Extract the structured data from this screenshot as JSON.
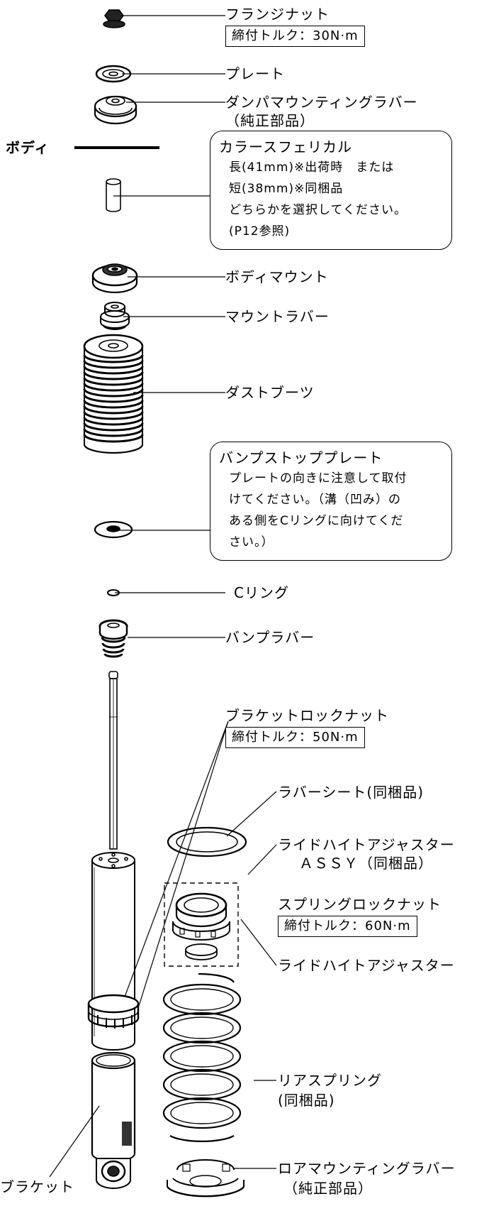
{
  "parts": {
    "flange_nut": "フランジナット",
    "flange_nut_torque": "締付トルク：30N·m",
    "plate": "プレート",
    "damper_mount_rubber": "ダンパマウンティングラバー",
    "damper_mount_rubber_note": "（純正部品）",
    "body": "ボディ",
    "collar_title": "カラースフェリカル",
    "collar_lines": [
      "長(41mm)※出荷時　または",
      "短(38mm)※同梱品",
      "どちらかを選択してください。",
      "(P12参照)"
    ],
    "body_mount": "ボディマウント",
    "mount_rubber": "マウントラバー",
    "dust_boots": "ダストブーツ",
    "bump_stop_title": "バンプストッププレート",
    "bump_stop_lines": [
      "プレートの向きに注意して取付",
      "けてください。（溝（凹み）の",
      "ある側をCリングに向けてくだ",
      "さい。）"
    ],
    "c_ring": "Cリング",
    "bump_rubber": "バンプラバー",
    "bracket_lock_nut": "ブラケットロックナット",
    "bracket_lock_nut_torque": "締付トルク：50N·m",
    "rubber_seat": "ラバーシート(同梱品)",
    "ride_height_adjuster_assy_1": "ライドハイトアジャスター",
    "ride_height_adjuster_assy_2": "ＡＳＳＹ（同梱品）",
    "spring_lock_nut": "スプリングロックナット",
    "spring_lock_nut_torque": "締付トルク：60N·m",
    "ride_height_adjuster": "ライドハイトアジャスター",
    "rear_spring": "リアスプリング",
    "rear_spring_note": "(同梱品)",
    "bracket": "ブラケット",
    "lower_mount_rubber": "ロアマウンティングラバー",
    "lower_mount_rubber_note": "（純正部品）"
  }
}
